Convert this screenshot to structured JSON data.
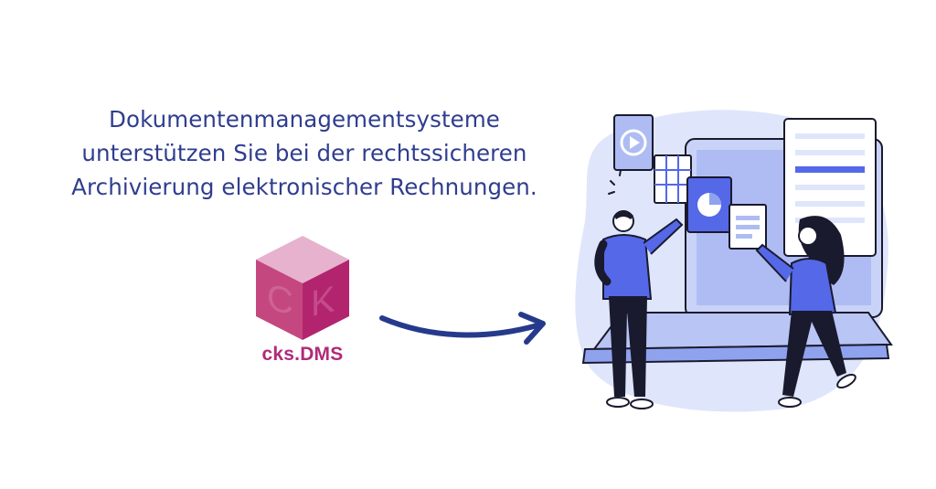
{
  "headline": {
    "line1": "Dokumentenmanagementsysteme",
    "line2": "unterstützen Sie bei der rechtssicheren",
    "line3": "Archivierung elektronischer Rechnungen."
  },
  "logo": {
    "text": "cks.DMS",
    "cube_letters": "CK",
    "colors": {
      "top": "#e6b2cd",
      "left": "#c4487f",
      "right": "#b3246f"
    }
  },
  "colors": {
    "headline": "#2f3d8f",
    "arrow": "#263a8c",
    "accent_blue": "#5468e8",
    "light_blue": "#dfe6fb"
  },
  "icons": [
    "cube-logo-icon",
    "arrow-icon",
    "play-icon",
    "table-icon",
    "pie-chart-icon"
  ]
}
